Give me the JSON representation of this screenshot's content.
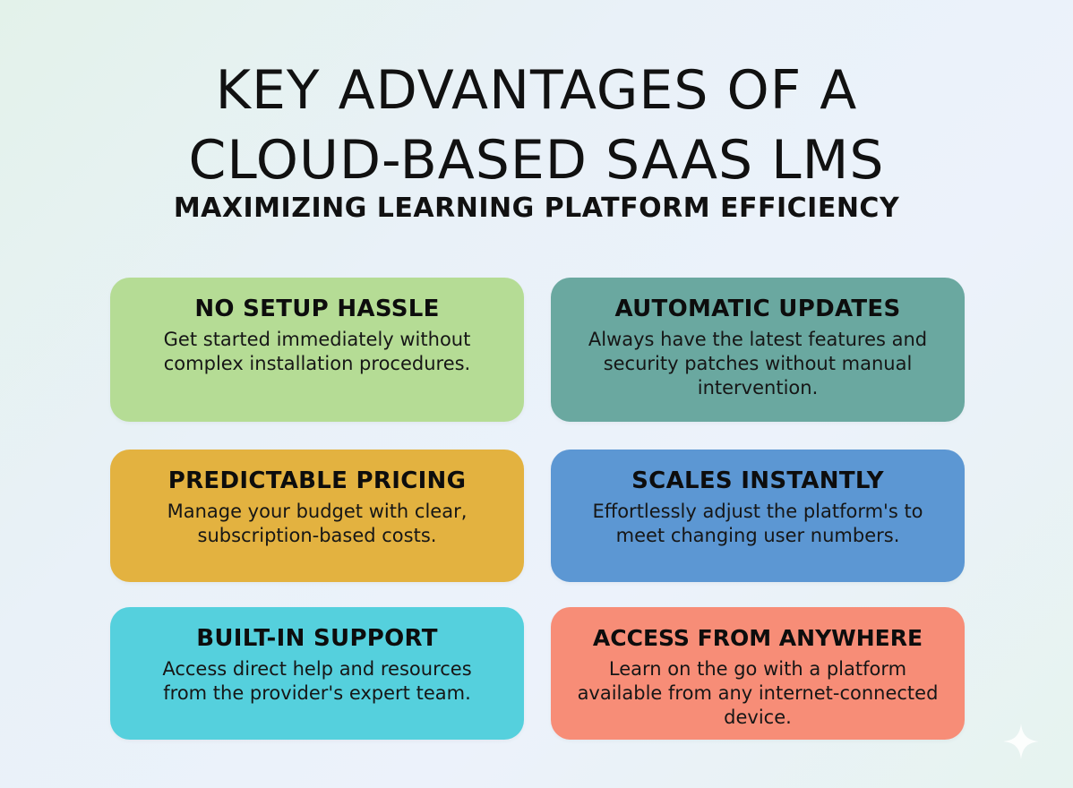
{
  "title": {
    "line1": "KEY ADVANTAGES OF A",
    "line2": "CLOUD-BASED SAAS LMS"
  },
  "subtitle": "MAXIMIZING LEARNING PLATFORM EFFICIENCY",
  "cards": [
    {
      "heading": "NO SETUP HASSLE",
      "description": "Get started immediately without complex installation procedures.",
      "color": "#b5dc95"
    },
    {
      "heading": "AUTOMATIC UPDATES",
      "description": "Always have the latest features and security patches without manual intervention.",
      "color": "#6aa8a0"
    },
    {
      "heading": "PREDICTABLE PRICING",
      "description": "Manage your budget with clear, subscription-based costs.",
      "color": "#e3b240"
    },
    {
      "heading": "SCALES INSTANTLY",
      "description": "Effortlessly adjust the platform's to meet changing user numbers.",
      "color": "#5c97d3"
    },
    {
      "heading": "BUILT-IN SUPPORT",
      "description": "Access direct help and resources from the provider's expert team.",
      "color": "#55d0dd"
    },
    {
      "heading": "ACCESS FROM ANYWHERE",
      "description": "Learn on the go with a platform available from any internet-connected device.",
      "color": "#f78d77"
    }
  ],
  "decorations": {
    "corner_icon": "sparkle-icon"
  }
}
